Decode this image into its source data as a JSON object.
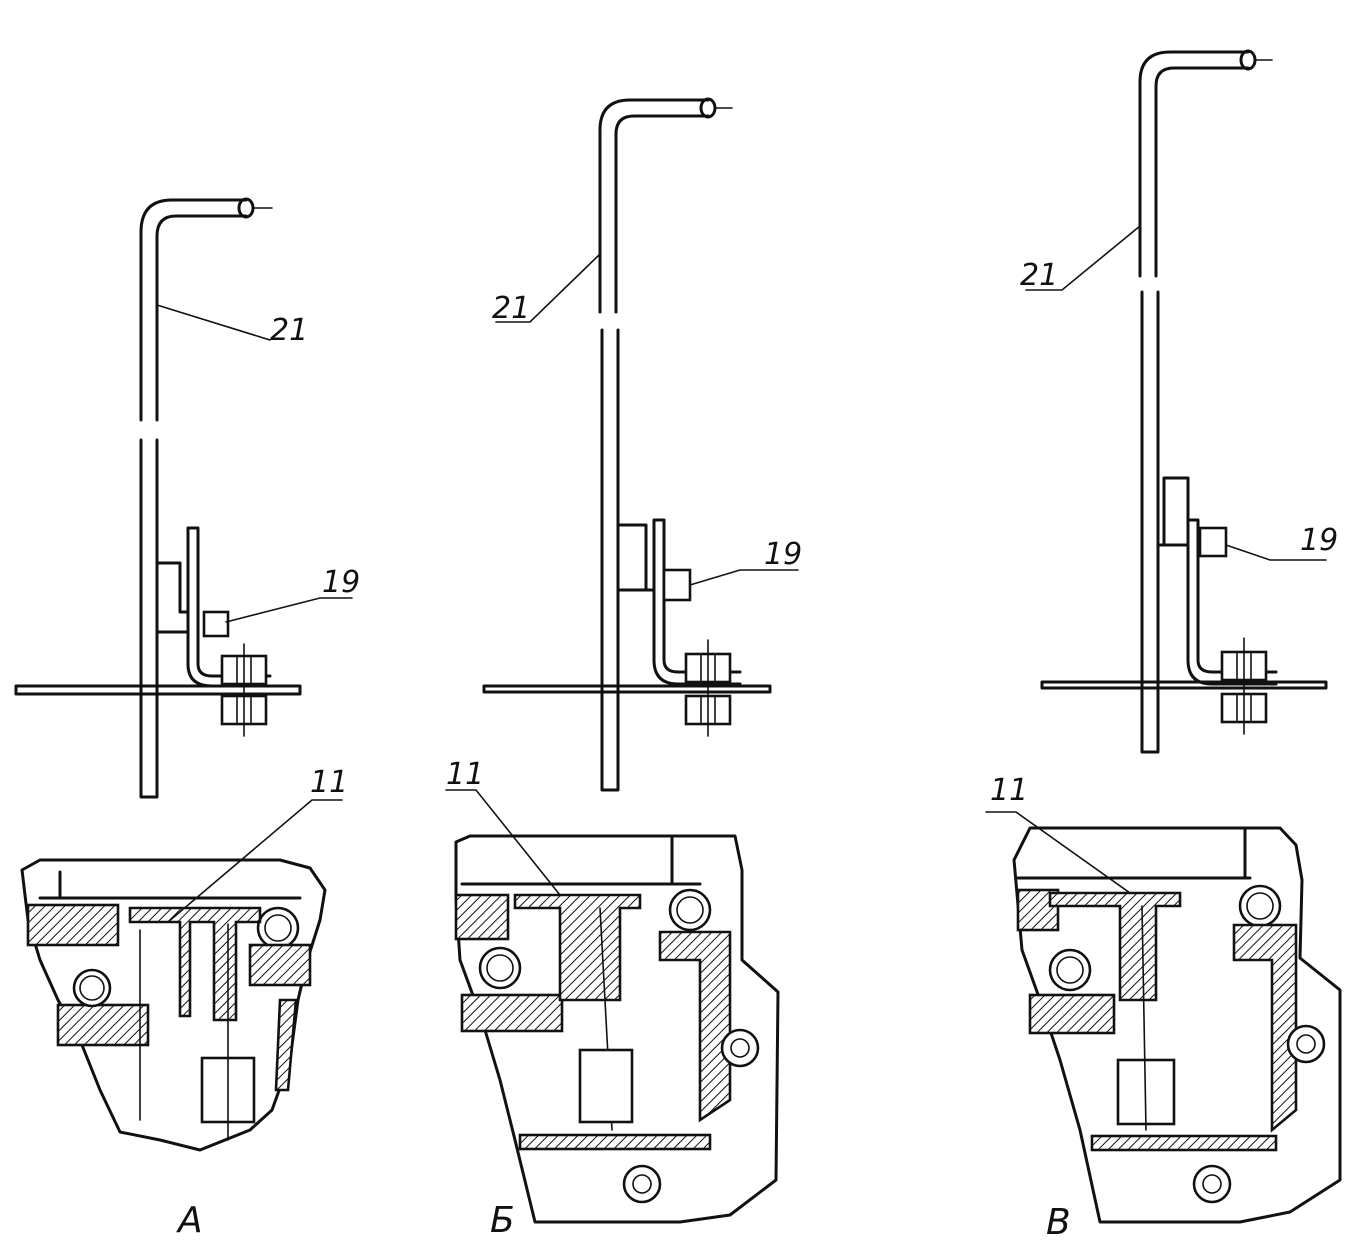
{
  "labels": {
    "rod": "21",
    "bracket": "19",
    "part": "11"
  },
  "captions": {
    "a": "А",
    "b": "Б",
    "v": "В"
  }
}
